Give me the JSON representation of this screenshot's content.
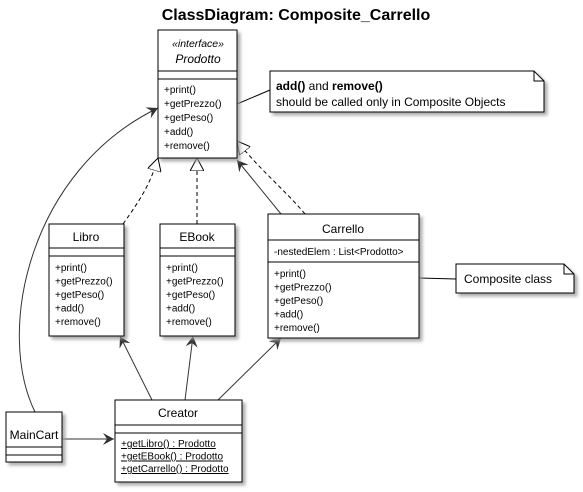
{
  "title": "ClassDiagram: Composite_Carrello",
  "interface": {
    "stereotype": "«interface»",
    "name": "Prodotto",
    "methods": [
      "+print()",
      "+getPrezzo()",
      "+getPeso()",
      "+add()",
      "+remove()"
    ]
  },
  "note_add_remove": {
    "bold_1": "add()",
    "mid": " and ",
    "bold_2": "remove()",
    "line_2": "should be called only in Composite Objects"
  },
  "libro": {
    "name": "Libro",
    "methods": [
      "+print()",
      "+getPrezzo()",
      "+getPeso()",
      "+add()",
      "+remove()"
    ]
  },
  "ebook": {
    "name": "EBook",
    "methods": [
      "+print()",
      "+getPrezzo()",
      "+getPeso()",
      "+add()",
      "+remove()"
    ]
  },
  "carrello": {
    "name": "Carrello",
    "attributes": [
      "-nestedElem : List<Prodotto>"
    ],
    "methods": [
      "+print()",
      "+getPrezzo()",
      "+getPeso()",
      "+add()",
      "+remove()"
    ]
  },
  "note_composite": {
    "text": "Composite class"
  },
  "creator": {
    "name": "Creator",
    "methods": [
      "+getLibro() : Prodotto",
      "+getEBook() : Prodotto",
      "+getCarrello() : Prodotto"
    ]
  },
  "maincart": {
    "name": "MainCart"
  },
  "colors": {
    "stroke": "#000000",
    "box_fill": "#ffffff",
    "shadow": "#b8b8b8",
    "note_fill": "#ffffff"
  }
}
